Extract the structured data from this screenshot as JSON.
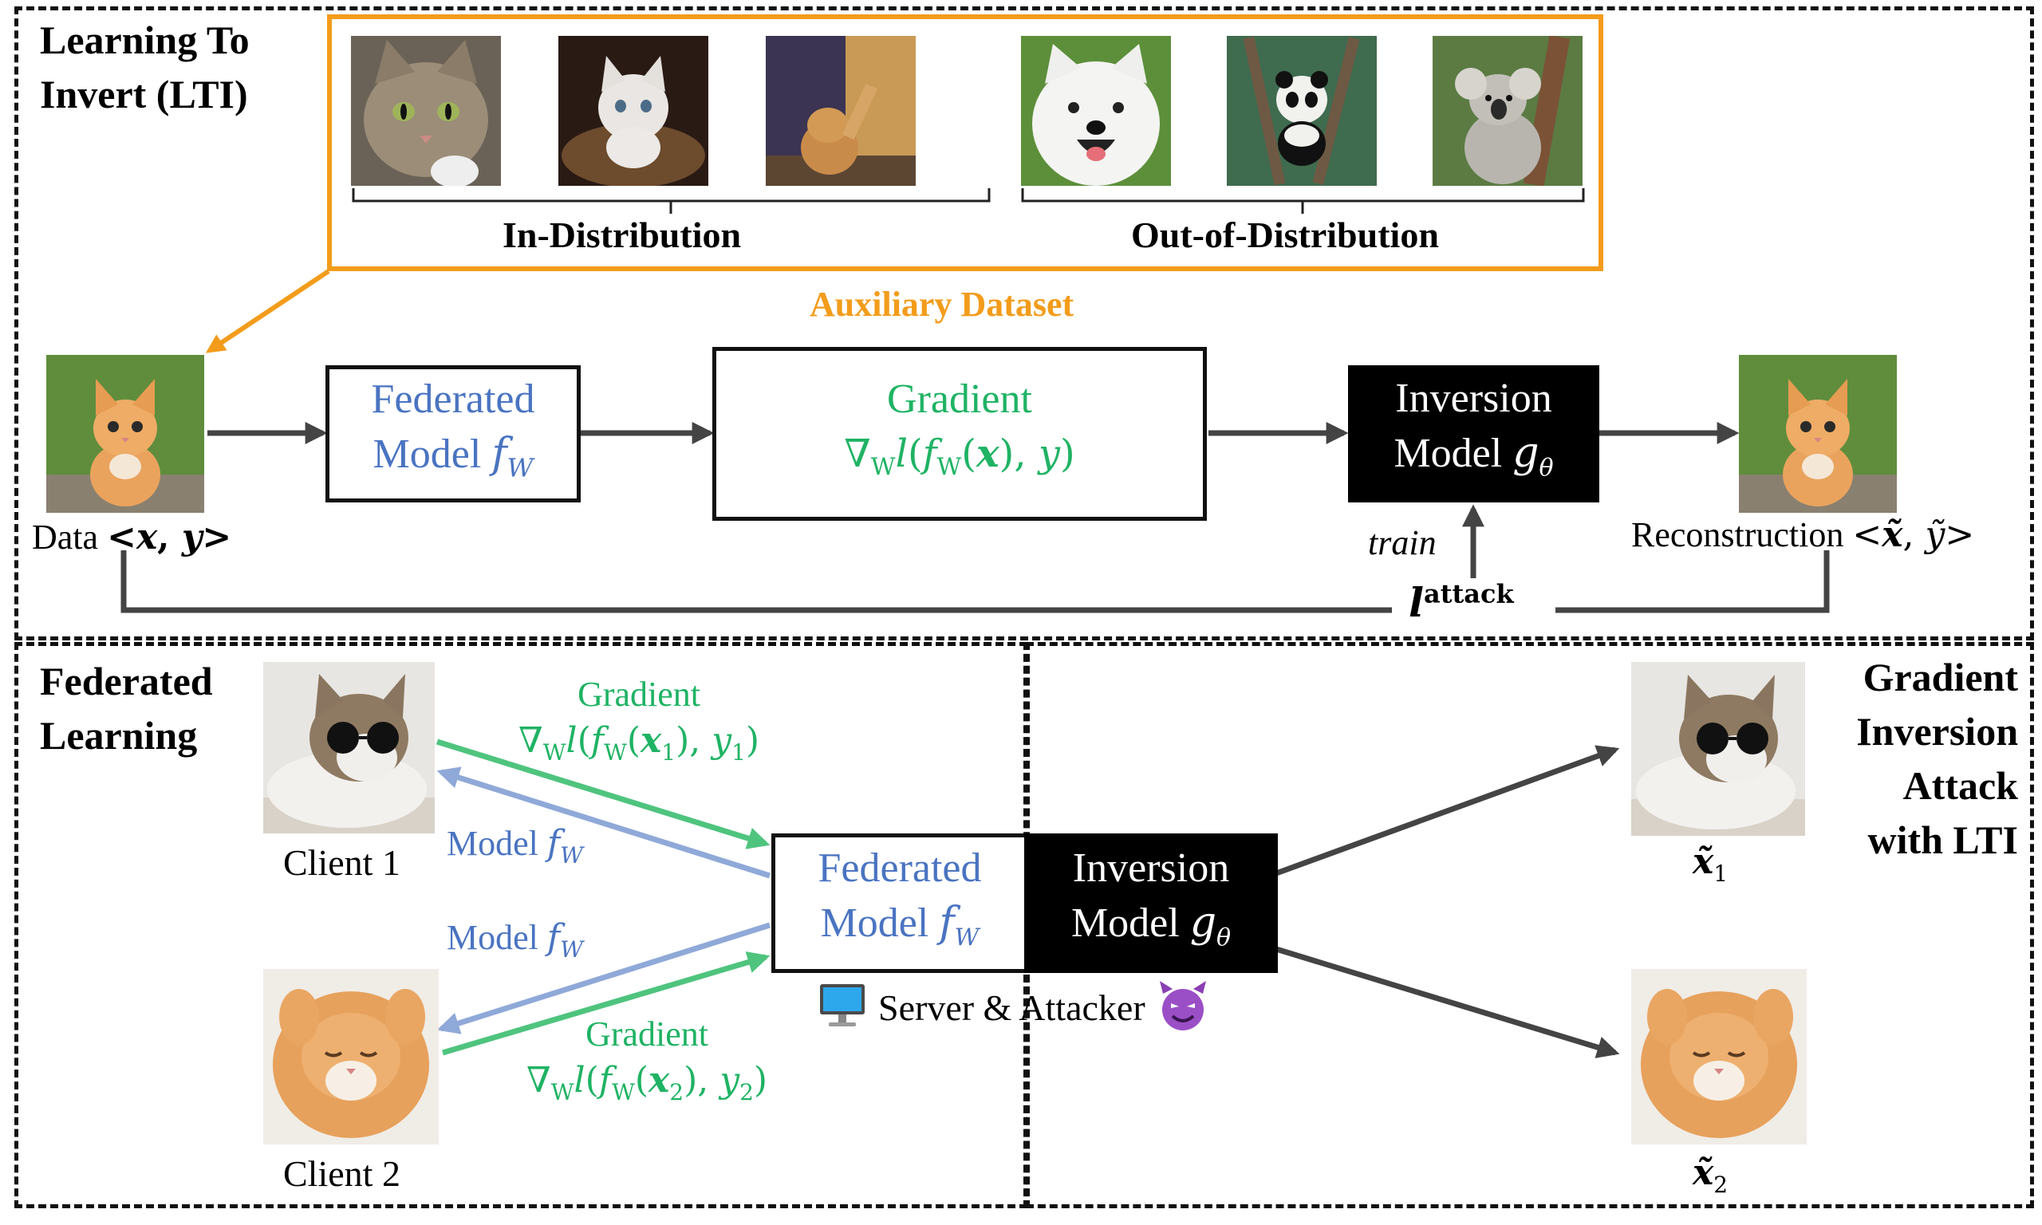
{
  "lti": {
    "title_line1": "Learning To",
    "title_line2": "Invert (LTI)",
    "in_distribution": "In-Distribution",
    "out_of_distribution": "Out-of-Distribution",
    "auxiliary_dataset": "Auxiliary Dataset",
    "data_label": "Data",
    "federated_model_line1": "Federated",
    "federated_model_line2": "Model",
    "gradient_title": "Gradient",
    "gradient_formula": "∇Wl(fW(x), y)",
    "inversion_line1": "Inversion",
    "inversion_line2": "Model",
    "reconstruction_label": "Reconstruction",
    "train_label": "train",
    "loss_label": "attack"
  },
  "fl": {
    "title_line1": "Federated",
    "title_line2": "Learning",
    "client1": "Client 1",
    "client2": "Client 2",
    "gradient1_title": "Gradient",
    "gradient2_title": "Gradient",
    "model_label": "Model",
    "server_label": "Server & Attacker",
    "federated_line1": "Federated",
    "federated_line2": "Model",
    "inversion_line1": "Inversion",
    "inversion_line2": "Model"
  },
  "gia": {
    "title_line1": "Gradient",
    "title_line2": "Inversion",
    "title_line3": "Attack",
    "title_line4": "with LTI"
  },
  "colors": {
    "orange": "#f39c1b",
    "blue": "#4a74c1",
    "green": "#1fb364",
    "arrow_gray": "#444444",
    "green_arrow": "#4fc47e",
    "blue_arrow": "#8fa9d8"
  },
  "icons": [
    "computer-icon",
    "devil-emoji-icon"
  ]
}
